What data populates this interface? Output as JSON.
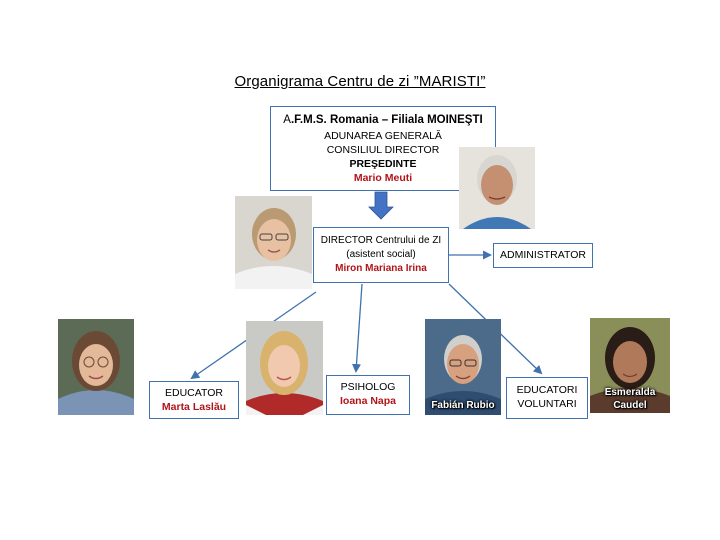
{
  "title": "Organigrama Centru de zi ”MARISTI”",
  "top_box": {
    "org_prefix": "A",
    "org_rest": ".F.M.S. Romania – Filiala MOINEŞTI",
    "line1": "ADUNAREA GENERALĂ",
    "line2": "CONSILIUL DIRECTOR",
    "role": "PREŞEDINTE",
    "name": "Mario Meuti"
  },
  "director_box": {
    "line1": "DIRECTOR Centrului de ZI",
    "line2": "(asistent social)",
    "name": "Miron Mariana Irina"
  },
  "admin_box": {
    "label": "ADMINISTRATOR"
  },
  "educator_box": {
    "role": "EDUCATOR",
    "name": "Marta Laslău"
  },
  "psiholog_box": {
    "role": "PSIHOLOG",
    "name": "Ioana Napa"
  },
  "voluntari_box": {
    "line1": "EDUCATORI",
    "line2": "VOLUNTARI"
  },
  "photo_captions": {
    "fabian": "Fabián Rubio",
    "esmeralda_line1": "Esmeralda",
    "esmeralda_line2": "Caudel"
  },
  "colors": {
    "border": "#3f72af",
    "name_red": "#b1141a",
    "arrow": "#3f72af"
  }
}
